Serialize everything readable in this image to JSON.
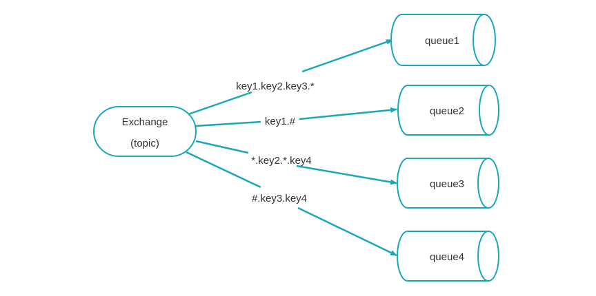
{
  "exchange": {
    "name": "Exchange",
    "type": "(topic)"
  },
  "queues": [
    {
      "name": "queue1"
    },
    {
      "name": "queue2"
    },
    {
      "name": "queue3"
    },
    {
      "name": "queue4"
    }
  ],
  "bindings": [
    {
      "key": "key1.key2.key3.*",
      "target": "queue1"
    },
    {
      "key": "key1.#",
      "target": "queue2"
    },
    {
      "key": "*.key2.*.key4",
      "target": "queue3"
    },
    {
      "key": "#.key3.key4",
      "target": "queue4"
    }
  ],
  "colors": {
    "stroke": "#1aa8b8",
    "text": "#333333",
    "background": "#ffffff"
  }
}
